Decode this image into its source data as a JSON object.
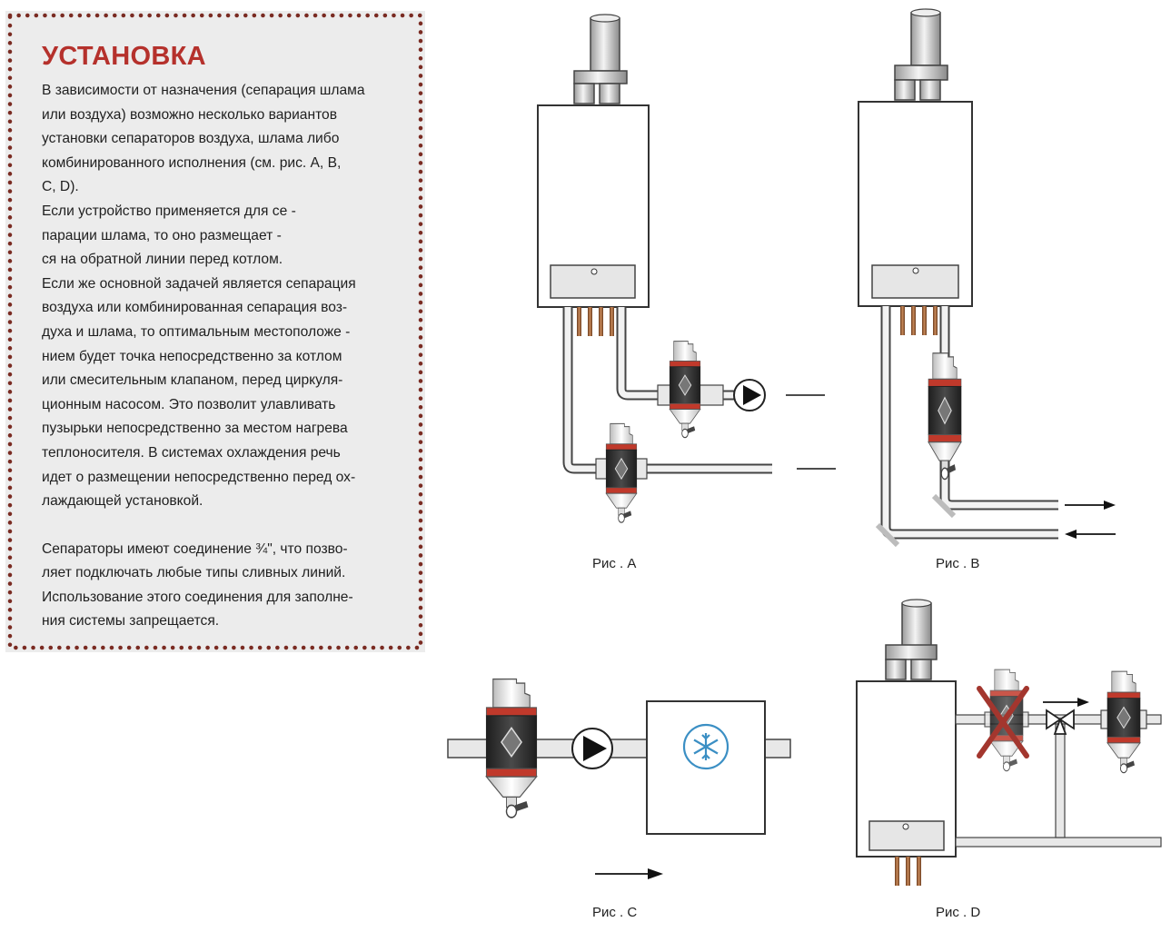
{
  "install": {
    "title": "УСТАНОВКА",
    "paragraph1": [
      "В зависимости от назначения (сепарация шлама",
      "или воздуха) возможно несколько вариантов",
      "установки сепараторов воздуха, шлама либо",
      "комбинированного исполнения (см. рис. A, B,",
      "C, D).",
      "Если устройство применяется для се -",
      "парации шлама, то оно размещает -",
      "ся на обратной линии перед котлом.",
      "Если же основной задачей является сепарация",
      "воздуха или комбинированная сепарация воз-",
      "духа и шлама, то оптимальным местоположе -",
      "нием будет точка непосредственно за котлом",
      "или смесительным клапаном, перед циркуля-",
      "ционным насосом. Это позволит улавливать",
      "пузырьки непосредственно за местом нагрева",
      "теплоносителя. В системах охлаждения речь",
      "идет о размещении непосредственно перед ох-",
      "лаждающей установкой."
    ],
    "paragraph2": [
      "Сепараторы имеют соединение ¾\", что позво-",
      "ляет подключать любые типы сливных линий.",
      "Использование этого соединения для заполне-",
      "ния системы запрещается."
    ]
  },
  "captions": {
    "a": "Рис  . A",
    "b": "Рис  . B",
    "c": "Рис  . C",
    "d": "Рис  . D"
  },
  "colors": {
    "title": "#b5312c",
    "box_background": "#ececec",
    "dot_border": "#7a2b22",
    "separator_red": "#c0392b",
    "separator_dark": "#3a3a3a",
    "crossed_out": "#a3362e",
    "snowflake": "#3b8fc4"
  },
  "icons": [
    "boiler-icon",
    "separator-icon",
    "pump-icon",
    "snowflake-icon",
    "arrow-icon",
    "valve-icon",
    "cross-mark-icon"
  ]
}
